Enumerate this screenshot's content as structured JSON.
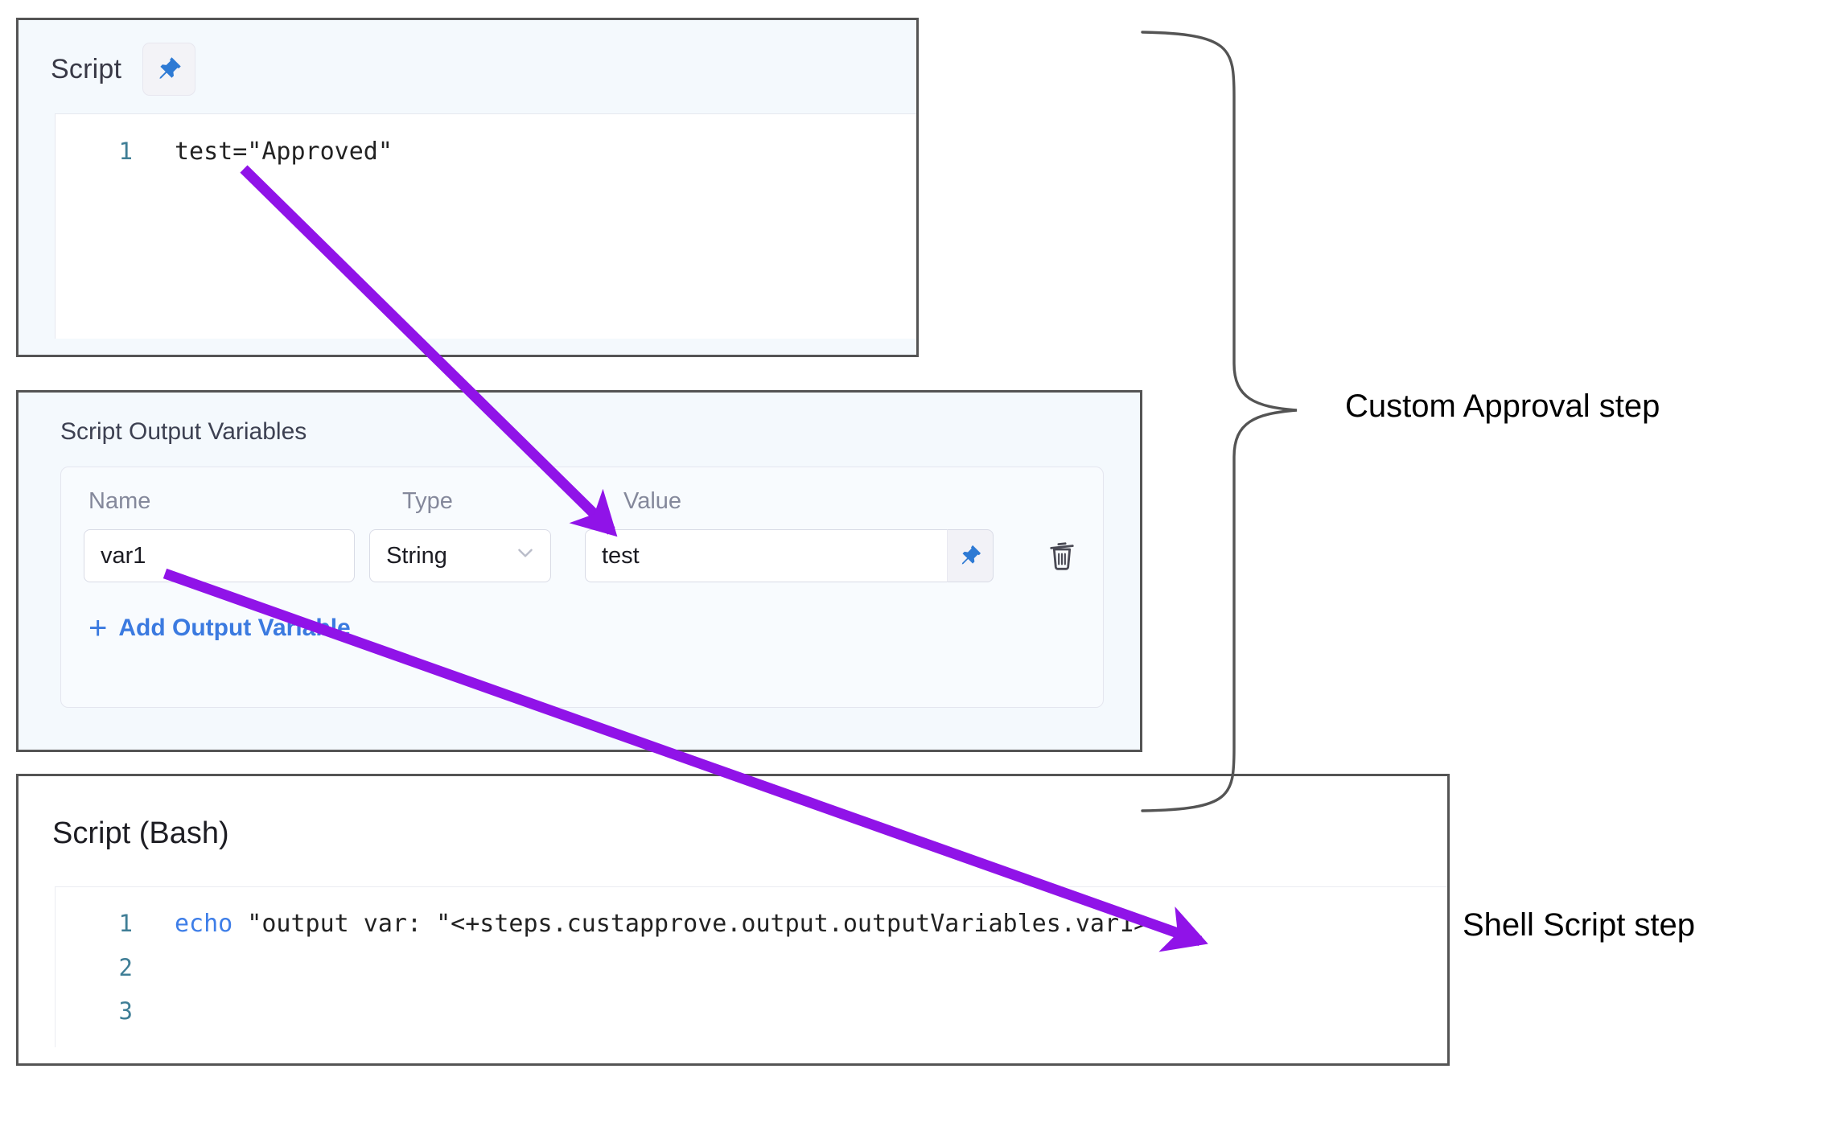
{
  "script_panel": {
    "title": "Script",
    "pin_icon": "pin-icon",
    "code": {
      "line_numbers": [
        "1"
      ],
      "lines": [
        "test=\"Approved\""
      ]
    }
  },
  "output_variables_panel": {
    "title": "Script Output Variables",
    "columns": {
      "name": "Name",
      "type": "Type",
      "value": "Value"
    },
    "rows": [
      {
        "name": "var1",
        "type": "String",
        "type_caret_icon": "chevron-down-icon",
        "value": "test",
        "value_pin_icon": "pin-icon",
        "delete_icon": "trash-icon"
      }
    ],
    "add_variable_label": "Add Output Variable",
    "add_variable_icon": "plus-icon"
  },
  "bash_panel": {
    "title": "Script (Bash)",
    "code": {
      "line_numbers": [
        "1",
        "2",
        "3"
      ],
      "line1_keyword": "echo",
      "line1_rest": " \"output var: \"<+steps.custapprove.output.outputVariables.var1>"
    }
  },
  "annotations": {
    "custom_approval_label": "Custom Approval step",
    "shell_script_label": "Shell Script step",
    "arrow_color": "#9013e8",
    "brace_color": "#545454"
  }
}
